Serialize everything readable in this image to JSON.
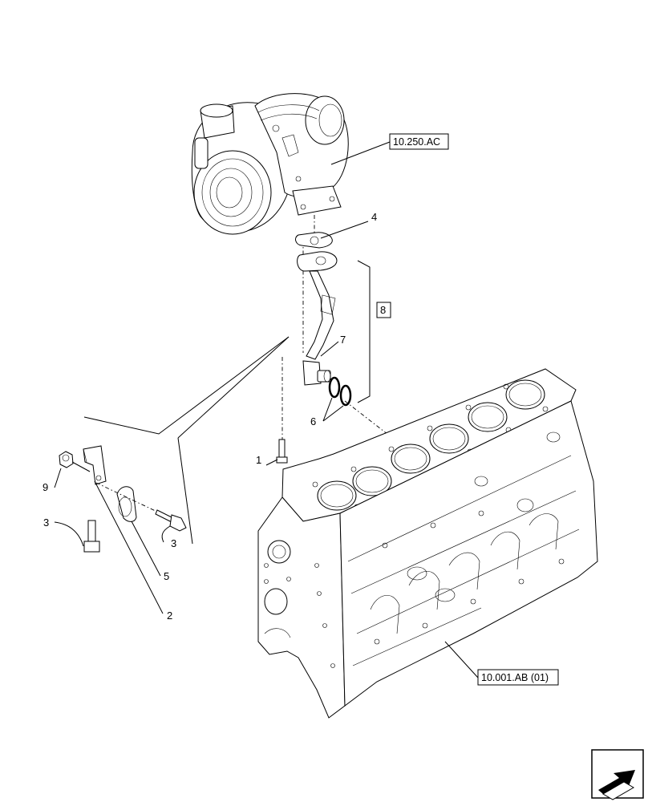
{
  "references": {
    "turbo": "10.250.AC",
    "block": "10.001.AB (01)"
  },
  "callouts": {
    "c1": "1",
    "c2": "2",
    "c3a": "3",
    "c3b": "3",
    "c4": "4",
    "c5": "5",
    "c6": "6",
    "c7": "7",
    "c8": "8",
    "c9": "9"
  },
  "icons": {
    "nav": "arrow-next-page-icon"
  }
}
